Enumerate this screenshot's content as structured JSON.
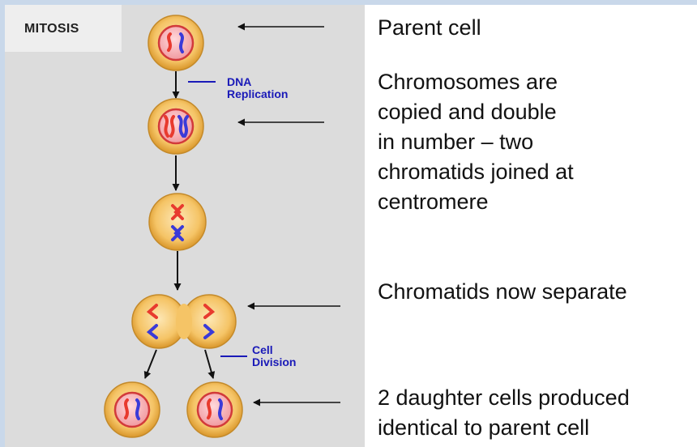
{
  "diagram": {
    "title": "MITOSIS",
    "labels": {
      "dna_replication_line1": "DNA",
      "dna_replication_line2": "Replication",
      "cell_division_line1": "Cell",
      "cell_division_line2": "Division"
    },
    "descriptions": {
      "parent": "Parent cell",
      "copied_line1": "Chromosomes are",
      "copied_line2": "copied and double",
      "copied_line3": "in number – two",
      "copied_line4": "chromatids joined at",
      "copied_line5": "centromere",
      "separate": "Chromatids now separate",
      "daughters_line1": "2 daughter cells produced",
      "daughters_line2": "identical to parent cell"
    },
    "colors": {
      "panel": "#dcdcdc",
      "cell_outer": "#f2bd55",
      "cell_nucleus": "#f4a3a8",
      "chromosome_red": "#e83a2e",
      "chromosome_blue": "#3a3ad8",
      "label_blue": "#1a1ab8"
    }
  }
}
